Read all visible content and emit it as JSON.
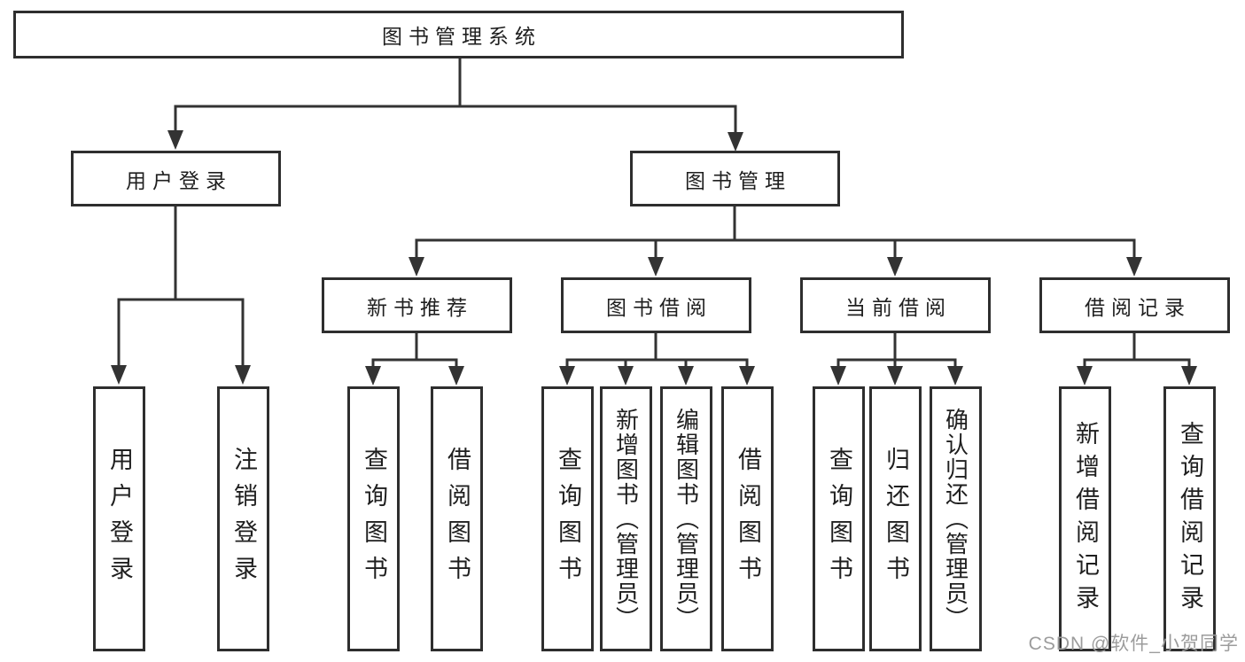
{
  "tree": {
    "label": "图书管理系统",
    "children": [
      {
        "label": "用户登录",
        "children": [
          {
            "label": "用户登录"
          },
          {
            "label": "注销登录"
          }
        ]
      },
      {
        "label": "图书管理",
        "children": [
          {
            "label": "新书推荐",
            "children": [
              {
                "label": "查询图书"
              },
              {
                "label": "借阅图书"
              }
            ]
          },
          {
            "label": "图书借阅",
            "children": [
              {
                "label": "查询图书"
              },
              {
                "label": "新增图书（管理员）"
              },
              {
                "label": "编辑图书（管理员）"
              },
              {
                "label": "借阅图书"
              }
            ]
          },
          {
            "label": "当前借阅",
            "children": [
              {
                "label": "查询图书"
              },
              {
                "label": "归还图书"
              },
              {
                "label": "确认归还（管理员）"
              }
            ]
          },
          {
            "label": "借阅记录",
            "children": [
              {
                "label": "新增借阅记录"
              },
              {
                "label": "查询借阅记录"
              }
            ]
          }
        ]
      }
    ]
  },
  "watermark": {
    "text": "CSDN @软件_小贺同学"
  },
  "colors": {
    "line": "#333333",
    "box_border": "#2e2e2e",
    "text": "#1f1f1f",
    "watermark": "#9c9c9c",
    "background": "#ffffff"
  }
}
